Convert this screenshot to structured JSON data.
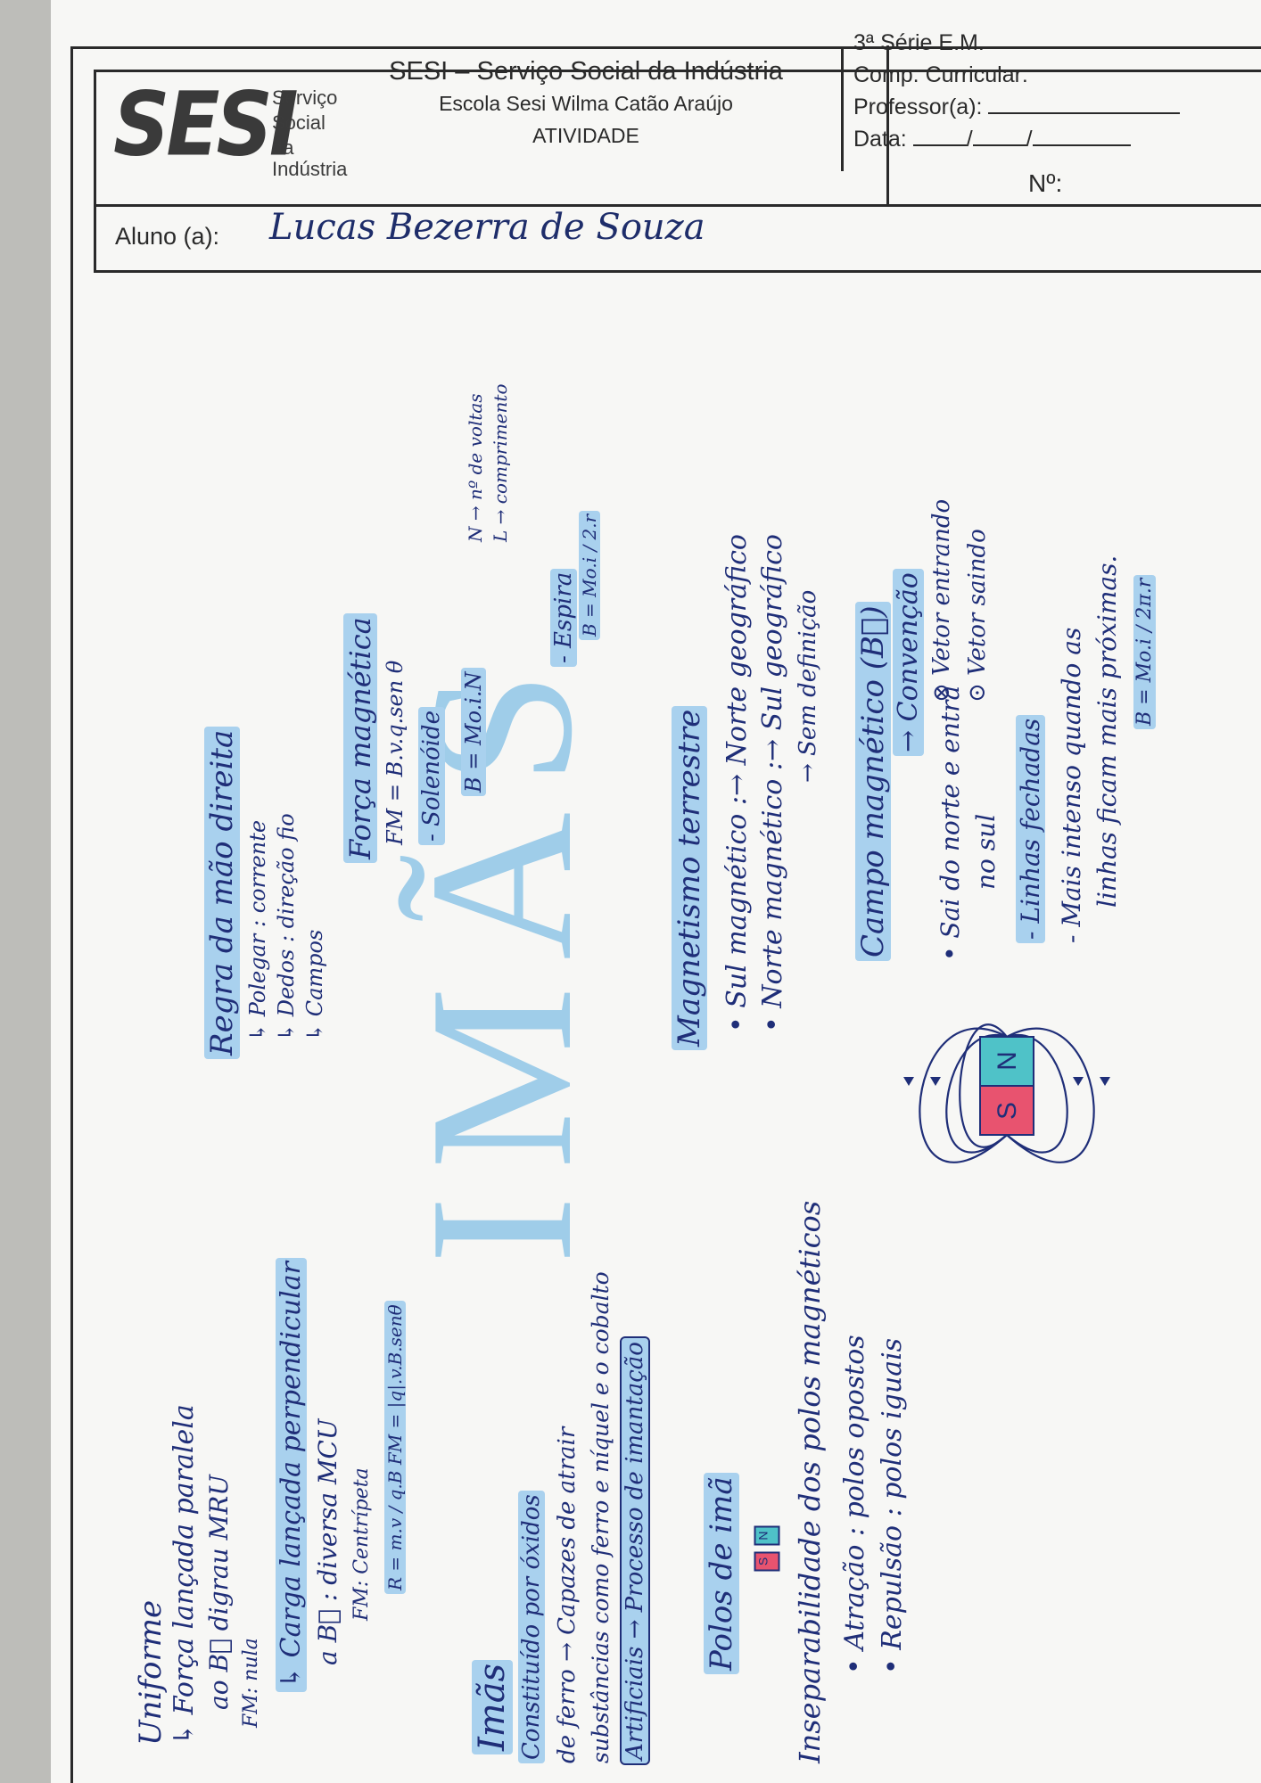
{
  "header": {
    "logo_text": "SESI",
    "logo_sub": [
      "Serviço",
      "Social",
      "da Indústria"
    ],
    "org_title": "SESI – Serviço Social da Indústria",
    "school": "Escola Sesi Wilma Catão Araújo",
    "activity": "ATIVIDADE",
    "grade": "3ª Série E.M.",
    "component_label": "Comp. Curricular:",
    "teacher_label": "Professor(a):",
    "date_label": "Data:",
    "number_label": "Nº:",
    "student_label": "Aluno (a):",
    "student_name": "Lucas Bezerra de Souza"
  },
  "notes": {
    "title": "IMÃS",
    "col1": {
      "uniforme": "Uniforme",
      "u1": "↳ Força lançada paralela",
      "u2": "ao B⃗ digrau MRU",
      "u3": "FM: nula",
      "perp": "↳ Carga lançada perpendicular",
      "perp2": "a B⃗ : diversa MCU",
      "perp3": "FM: Centrípeta",
      "perp4": "R = m.v / q.B     FM = |q|.v.B.senθ",
      "imas": "Imãs",
      "c1": "Constituído por óxidos",
      "c2": "de ferro → Capazes de atrair",
      "c3": "substâncias como ferro e níquel e o cobalto",
      "c4": "Artificiais → Processo de imantação",
      "polos": "Polos de imã",
      "inseparab": "Inseparabilidade dos polos magnéticos",
      "atracao": "• Atração : polos opostos",
      "repulsao": "• Repulsão : polos iguais"
    },
    "col2": {
      "regra": "Regra da mão direita",
      "r1": "↳ Polegar : corrente",
      "r2": "↳ Dedos : direção fio",
      "r3": "↳ Campos",
      "forca": "Força magnética",
      "f1": "FM = B.v.q.sen θ",
      "solenoide": "- Solenóide",
      "sol_eq": "B = Mo.i.N",
      "sol_n": "N → nº de voltas",
      "sol_l": "L → comprimento",
      "espira": "- Espira",
      "esp_eq": "B = Mo.i / 2.r"
    },
    "col3": {
      "magnet": "Magnetismo terrestre",
      "m1": "• Sul magnético :→ Norte geográfico",
      "m2": "• Norte magnético :→ Sul geográfico",
      "m3": "→ Sem definição",
      "campo": "Campo magnético (B⃗)",
      "convencao": "→ Convenção",
      "c_entrando": "⊗ Vetor entrando",
      "c_saindo": "⊙ Vetor saindo",
      "k1": "• Sai do norte e entra",
      "k1b": "no sul",
      "k2": "- Linhas fechadas",
      "k3": "- Mais intenso quando as",
      "k3b": "linhas ficam mais próximas.",
      "k_eq": "B = Mo.i / 2π.r",
      "pole_s": "S",
      "pole_n": "N"
    }
  }
}
